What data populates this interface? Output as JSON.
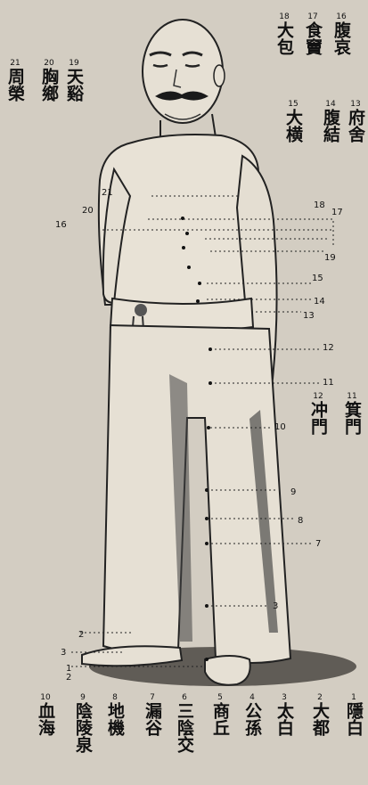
{
  "meridian_points_top": [
    {
      "num": "21",
      "name": "周榮"
    },
    {
      "num": "20",
      "name": "胸鄉"
    },
    {
      "num": "19",
      "name": "天谿"
    },
    {
      "num": "18",
      "name": "大包"
    },
    {
      "num": "17",
      "name": "食竇"
    },
    {
      "num": "16",
      "name": "腹哀"
    },
    {
      "num": "15",
      "name": "大横"
    },
    {
      "num": "14",
      "name": "腹結"
    },
    {
      "num": "13",
      "name": "府舍"
    },
    {
      "num": "12",
      "name": "冲門"
    },
    {
      "num": "11",
      "name": "箕門"
    }
  ],
  "meridian_points_bottom": [
    {
      "num": "10",
      "name": "血海"
    },
    {
      "num": "9",
      "name": "陰陵泉"
    },
    {
      "num": "8",
      "name": "地機"
    },
    {
      "num": "7",
      "name": "漏谷"
    },
    {
      "num": "6",
      "name": "三陰交"
    },
    {
      "num": "5",
      "name": "商丘"
    },
    {
      "num": "4",
      "name": "公孫"
    },
    {
      "num": "3",
      "name": "太白"
    },
    {
      "num": "2",
      "name": "大都"
    },
    {
      "num": "1",
      "name": "隱白"
    }
  ],
  "figure_point_numbers": [
    "21",
    "20",
    "16",
    "18",
    "17",
    "19",
    "15",
    "14",
    "13",
    "12",
    "11",
    "10",
    "9",
    "8",
    "7",
    "3",
    "2",
    "1",
    "2",
    "3"
  ]
}
